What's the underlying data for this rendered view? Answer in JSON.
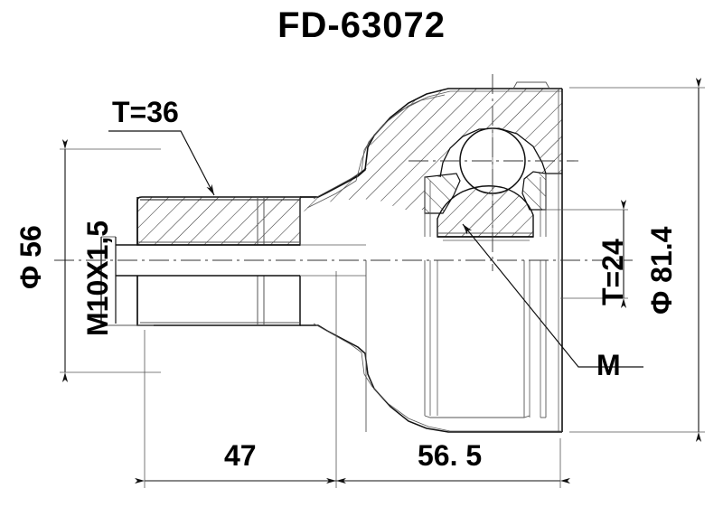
{
  "drawing": {
    "title": "FD-63072",
    "type": "cv-joint-technical-drawing",
    "background_color": "#ffffff",
    "line_color": "#000000",
    "thin_line_color": "#555555"
  },
  "labels": {
    "spline_outer": "T=36",
    "thread": "M10X1,5",
    "diameter_left": "Φ 56",
    "spline_inner": "T=24",
    "diameter_right": "Φ 81.4",
    "marker_m": "M",
    "length_left": "47",
    "length_right": "56. 5"
  },
  "dimensions": {
    "phi_56": {
      "value": 56,
      "unit": "mm",
      "symbol": "Φ"
    },
    "phi_81_4": {
      "value": 81.4,
      "unit": "mm",
      "symbol": "Φ"
    },
    "teeth_outer": {
      "value": 36,
      "prefix": "T="
    },
    "teeth_inner": {
      "value": 24,
      "prefix": "T="
    },
    "thread_spec": {
      "value": "M10X1,5"
    },
    "length_a": {
      "value": 47,
      "unit": "mm"
    },
    "length_b": {
      "value": 56.5,
      "unit": "mm"
    }
  }
}
